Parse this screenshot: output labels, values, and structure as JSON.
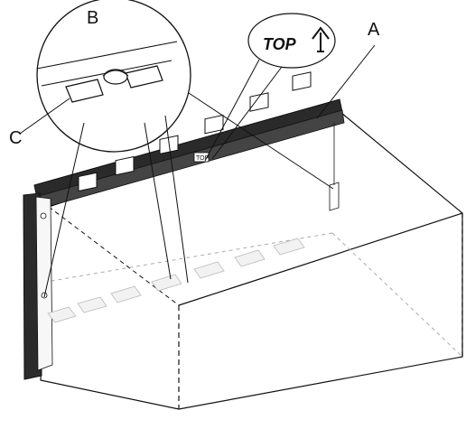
{
  "labels": {
    "a": "A",
    "b": "B",
    "c": "C",
    "top": "TOP"
  },
  "icons": {
    "top_arrow": "up-arrow-icon",
    "clip": "clip-icon"
  },
  "colors": {
    "line": "#111111",
    "panel": "#2a2a2a",
    "light": "#d8d8d8",
    "box": "#ffffff"
  }
}
